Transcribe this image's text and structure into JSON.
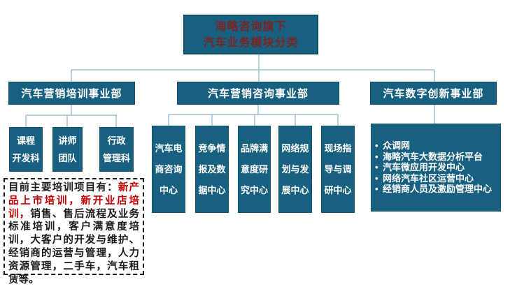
{
  "org": {
    "root": {
      "line1": "海略咨询旗下",
      "line2": "汽车业务模块分类"
    },
    "branches": [
      {
        "label": "汽车营销培训事业部",
        "children": [
          {
            "lines": [
              "课程",
              "开发科"
            ]
          },
          {
            "lines": [
              "讲师",
              "团队"
            ]
          },
          {
            "lines": [
              "行政",
              "管理科"
            ]
          }
        ]
      },
      {
        "label": "汽车营销咨询事业部",
        "children": [
          {
            "lines": [
              "汽车电",
              "商咨询",
              "中心"
            ]
          },
          {
            "lines": [
              "竞争情",
              "报及数",
              "据中心"
            ]
          },
          {
            "lines": [
              "品牌满",
              "意度研",
              "究中心"
            ]
          },
          {
            "lines": [
              "网络规",
              "划与发",
              "展中心"
            ]
          },
          {
            "lines": [
              "现场指",
              "导与调",
              "研中心"
            ]
          }
        ]
      },
      {
        "label": "汽车数字创新事业部",
        "bullet": "•",
        "items": [
          "众调网",
          "海略汽车大数据分析平台",
          "汽车微应用开发中心",
          "网络汽车社区运营中心",
          "经销商人员及激励管理中心"
        ]
      }
    ]
  },
  "note": {
    "prefix": "目前主要培训项目有：",
    "highlight": "新产品上市培训，新开业店培训，",
    "rest": "销售、售后流程及业务标准培训，客户满意度培训，大客户的开发与维护、经销商的运营与管理，人力资源管理，二手车，汽车租赁等。"
  },
  "colors": {
    "box_teal": "#17607F",
    "box_border": "#0F4E69",
    "connector_blue": "#9CC0D2",
    "root_text_red": "#7B2424",
    "note_highlight_red": "#C00000",
    "note_text": "#1a1a1a",
    "white_text": "#FFFFFF"
  }
}
